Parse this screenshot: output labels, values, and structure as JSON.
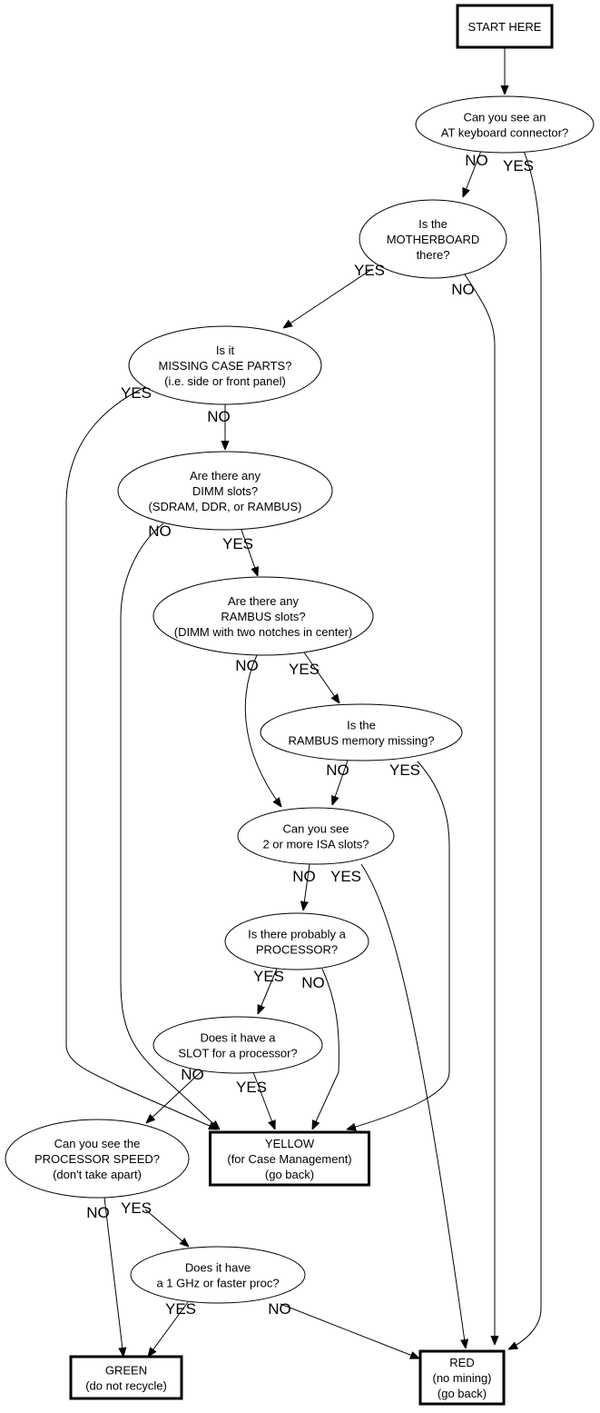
{
  "title": "Computer recycling triage flowchart",
  "nodes": {
    "start": {
      "shape": "box",
      "lines": [
        "START HERE"
      ]
    },
    "at_keyboard": {
      "shape": "ellipse",
      "lines": [
        "Can you see an",
        "AT keyboard connector?"
      ]
    },
    "motherboard": {
      "shape": "ellipse",
      "lines": [
        "Is the",
        "MOTHERBOARD",
        "there?"
      ]
    },
    "case_parts": {
      "shape": "ellipse",
      "lines": [
        "Is it",
        "MISSING CASE PARTS?",
        "(i.e. side or front panel)"
      ]
    },
    "dimm_slots": {
      "shape": "ellipse",
      "lines": [
        "Are there any",
        "DIMM slots?",
        "(SDRAM, DDR, or RAMBUS)"
      ]
    },
    "rambus_slots": {
      "shape": "ellipse",
      "lines": [
        "Are there any",
        "RAMBUS slots?",
        "(DIMM with two notches in center)"
      ]
    },
    "rambus_missing": {
      "shape": "ellipse",
      "lines": [
        "Is the",
        "RAMBUS memory missing?"
      ]
    },
    "isa_slots": {
      "shape": "ellipse",
      "lines": [
        "Can you see",
        "2 or more ISA slots?"
      ]
    },
    "processor": {
      "shape": "ellipse",
      "lines": [
        "Is there probably a",
        "PROCESSOR?"
      ]
    },
    "slot_proc": {
      "shape": "ellipse",
      "lines": [
        "Does it have a",
        "SLOT for a processor?"
      ]
    },
    "proc_speed": {
      "shape": "ellipse",
      "lines": [
        "Can you see the",
        "PROCESSOR SPEED?",
        "(don't take apart)"
      ]
    },
    "ghz": {
      "shape": "ellipse",
      "lines": [
        "Does it have",
        "a 1 GHz or faster proc?"
      ]
    },
    "yellow": {
      "shape": "box",
      "lines": [
        "YELLOW",
        "(for Case Management)",
        "(go back)"
      ]
    },
    "green": {
      "shape": "box",
      "lines": [
        "GREEN",
        "(do not recycle)"
      ]
    },
    "red": {
      "shape": "box",
      "lines": [
        "RED",
        "(no mining)",
        "(go back)"
      ]
    }
  },
  "edges": [
    {
      "from": "start",
      "to": "at_keyboard",
      "label": ""
    },
    {
      "from": "at_keyboard",
      "to": "motherboard",
      "label": "NO"
    },
    {
      "from": "at_keyboard",
      "to": "red",
      "label": "YES"
    },
    {
      "from": "motherboard",
      "to": "case_parts",
      "label": "YES"
    },
    {
      "from": "motherboard",
      "to": "red",
      "label": "NO"
    },
    {
      "from": "case_parts",
      "to": "yellow",
      "label": "YES"
    },
    {
      "from": "case_parts",
      "to": "dimm_slots",
      "label": "NO"
    },
    {
      "from": "dimm_slots",
      "to": "yellow",
      "label": "NO"
    },
    {
      "from": "dimm_slots",
      "to": "rambus_slots",
      "label": "YES"
    },
    {
      "from": "rambus_slots",
      "to": "isa_slots",
      "label": "NO"
    },
    {
      "from": "rambus_slots",
      "to": "rambus_missing",
      "label": "YES"
    },
    {
      "from": "rambus_missing",
      "to": "isa_slots",
      "label": "NO"
    },
    {
      "from": "rambus_missing",
      "to": "yellow",
      "label": "YES"
    },
    {
      "from": "isa_slots",
      "to": "processor",
      "label": "NO"
    },
    {
      "from": "isa_slots",
      "to": "red",
      "label": "YES"
    },
    {
      "from": "processor",
      "to": "slot_proc",
      "label": "YES"
    },
    {
      "from": "processor",
      "to": "yellow",
      "label": "NO"
    },
    {
      "from": "slot_proc",
      "to": "proc_speed",
      "label": "NO"
    },
    {
      "from": "slot_proc",
      "to": "yellow",
      "label": "YES"
    },
    {
      "from": "proc_speed",
      "to": "green",
      "label": "NO"
    },
    {
      "from": "proc_speed",
      "to": "ghz",
      "label": "YES"
    },
    {
      "from": "ghz",
      "to": "green",
      "label": "YES"
    },
    {
      "from": "ghz",
      "to": "red",
      "label": "NO"
    }
  ]
}
